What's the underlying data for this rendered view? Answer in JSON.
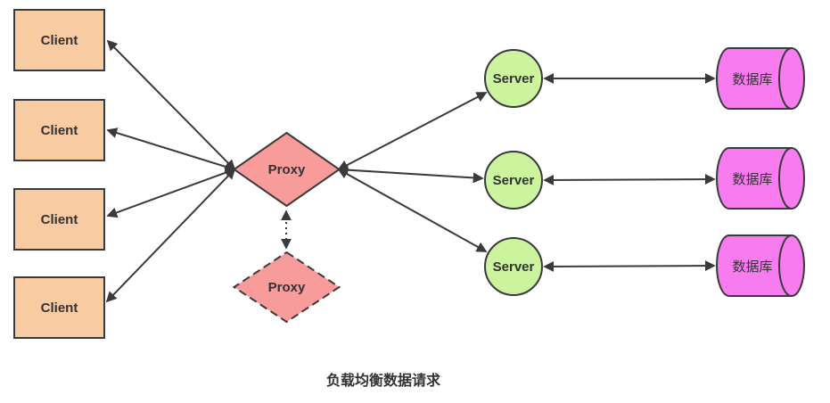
{
  "diagram": {
    "title": "负载均衡数据请求",
    "clients": [
      {
        "label": "Client"
      },
      {
        "label": "Client"
      },
      {
        "label": "Client"
      },
      {
        "label": "Client"
      }
    ],
    "proxy": {
      "label": "Proxy"
    },
    "proxy_backup": {
      "label": "Proxy"
    },
    "servers": [
      {
        "label": "Server"
      },
      {
        "label": "Server"
      },
      {
        "label": "Server"
      }
    ],
    "databases": [
      {
        "label": "数据库"
      },
      {
        "label": "数据库"
      },
      {
        "label": "数据库"
      }
    ],
    "colors": {
      "client_fill": "#F9CBA2",
      "proxy_fill": "#F89B9B",
      "server_fill": "#CCF49E",
      "database_fill": "#F67CF0",
      "stroke_color": "#3A3A3A",
      "text_color": "#333333"
    }
  }
}
